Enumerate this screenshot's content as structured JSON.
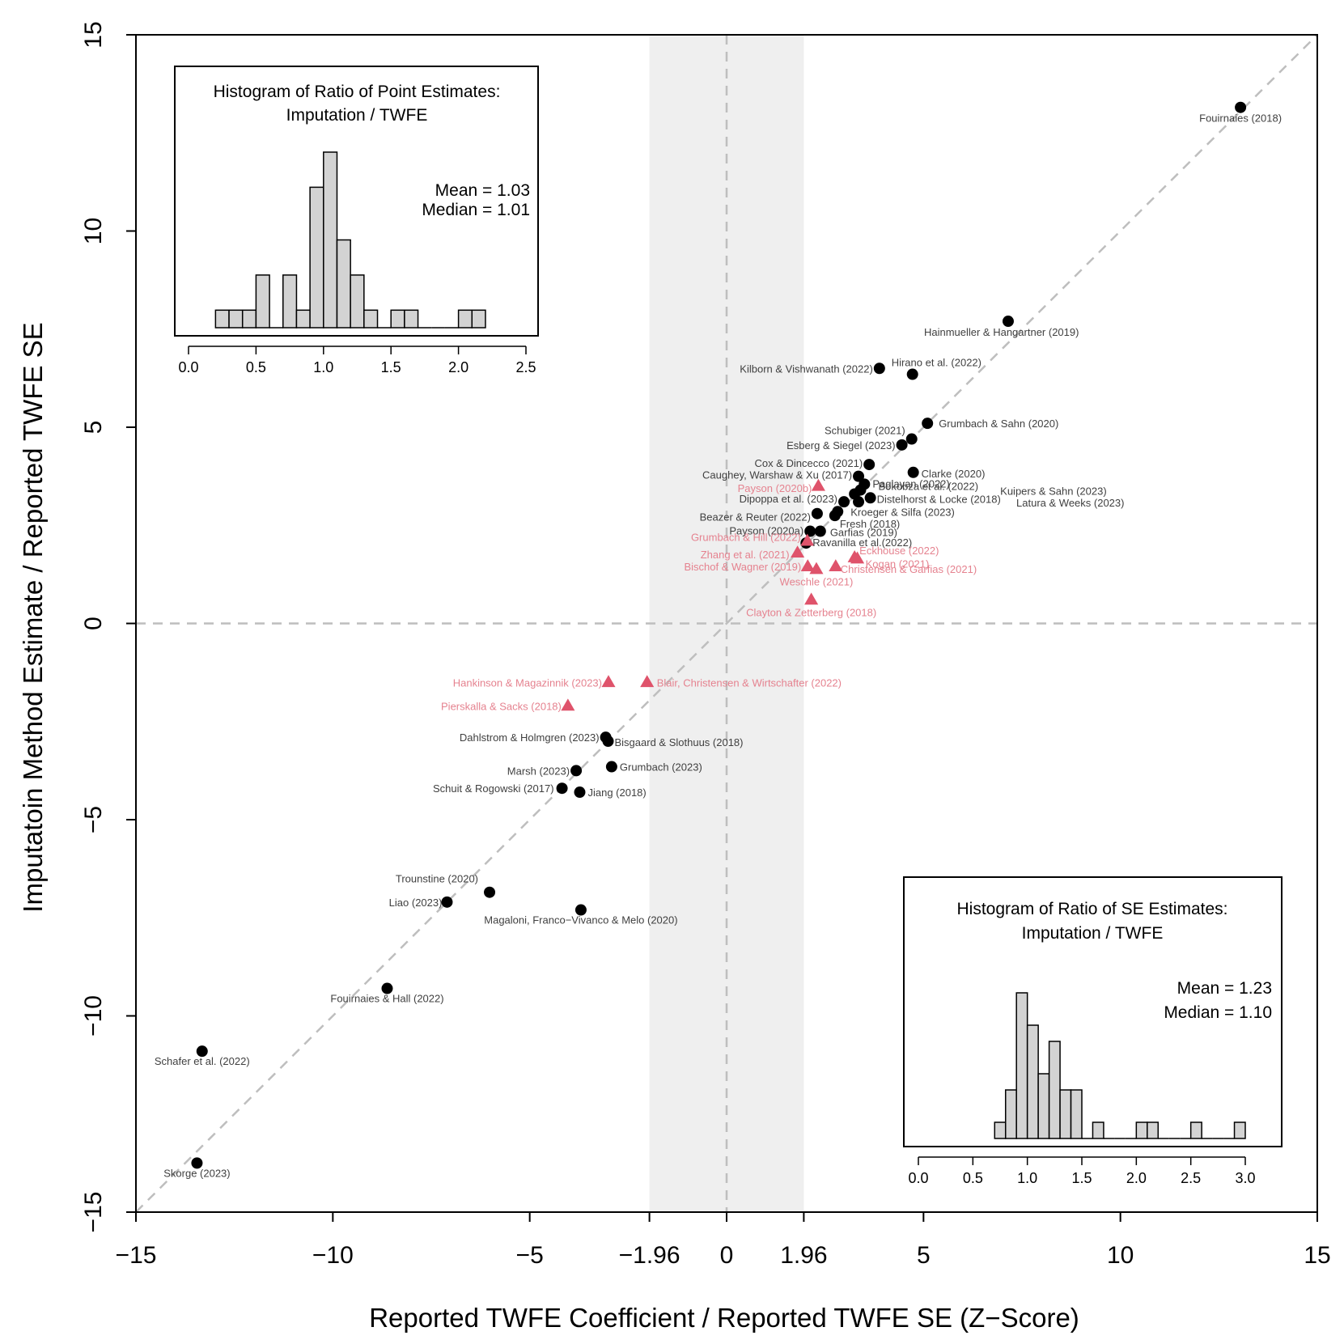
{
  "chart_data": {
    "type": "scatter",
    "xlabel": "Reported TWFE Coefficient / Reported TWFE SE (Z−Score)",
    "ylabel": "Imputatoin Method Estimate / Reported TWFE SE",
    "xlim": [
      -15,
      15
    ],
    "ylim": [
      -15,
      15
    ],
    "x_ticks": [
      "−15",
      "−10",
      "−5",
      "−1.96",
      "0",
      "1.96",
      "5",
      "10",
      "15"
    ],
    "x_tick_values": [
      -15,
      -10,
      -5,
      -1.96,
      0,
      1.96,
      5,
      10,
      15
    ],
    "y_ticks": [
      "−15",
      "−10",
      "−5",
      "0",
      "5",
      "10",
      "15"
    ],
    "y_tick_values": [
      -15,
      -10,
      -5,
      0,
      5,
      10,
      15
    ],
    "shaded_band_x": [
      -1.96,
      1.96
    ],
    "reference_lines": [
      "x = 0",
      "y = 0",
      "y = x"
    ],
    "grid": false,
    "colors": {
      "black_points": "#000000",
      "red_points": "#DF536B",
      "shade": "#EFEFEF",
      "ref_line": "#BEBEBE",
      "hist_fill": "#D3D3D3"
    },
    "series": [
      {
        "marker": "circle",
        "color": "#000000",
        "points": [
          {
            "label": "Fouirnaies (2018)",
            "x": 13.05,
            "y": 13.15
          },
          {
            "label": "Hainmueller & Hangartner (2019)",
            "x": 7.15,
            "y": 7.7
          },
          {
            "label": "Kilborn & Vishwanath (2022)",
            "x": 3.88,
            "y": 6.5
          },
          {
            "label": "Hirano et al. (2022)",
            "x": 4.72,
            "y": 6.35
          },
          {
            "label": "Grumbach & Sahn (2020)",
            "x": 5.1,
            "y": 5.1
          },
          {
            "label": "Schubiger (2021)",
            "x": 4.7,
            "y": 4.7
          },
          {
            "label": "Esberg & Siegel (2023)",
            "x": 4.45,
            "y": 4.55
          },
          {
            "label": "Cox & Dincecco (2021)",
            "x": 3.62,
            "y": 4.05
          },
          {
            "label": "Clarke (2020)",
            "x": 4.74,
            "y": 3.85
          },
          {
            "label": "Caughey, Warshaw & Xu (2017)",
            "x": 3.35,
            "y": 3.75
          },
          {
            "label": "Paglayan (2022)",
            "x": 3.5,
            "y": 3.55
          },
          {
            "label": "Bokobza et al. (2022)",
            "x": 3.4,
            "y": 3.4
          },
          {
            "label": "Kuipers & Sahn (2023)",
            "x": 3.25,
            "y": 3.3
          },
          {
            "label": "Distelhorst & Locke (2018)",
            "x": 3.65,
            "y": 3.2
          },
          {
            "label": "Latura & Weeks (2023)",
            "x": 3.35,
            "y": 3.1
          },
          {
            "label": "Dipoppa et al. (2023)",
            "x": 2.98,
            "y": 3.1
          },
          {
            "label": "Kroeger & Silfa (2023)",
            "x": 2.82,
            "y": 2.85
          },
          {
            "label": "Beazer & Reuter (2022)",
            "x": 2.3,
            "y": 2.8
          },
          {
            "label": "Fresh (2018)",
            "x": 2.75,
            "y": 2.75
          },
          {
            "label": "Payson (2020a)",
            "x": 2.12,
            "y": 2.35
          },
          {
            "label": "Garfias (2019)",
            "x": 2.38,
            "y": 2.35
          },
          {
            "label": "Ravanilla et al.(2022)",
            "x": 2.02,
            "y": 2.05
          },
          {
            "label": "Dahlstrom & Holmgren (2023)",
            "x": -3.07,
            "y": -2.9
          },
          {
            "label": "Bisgaard & Slothuus (2018)",
            "x": -3.01,
            "y": -3.0
          },
          {
            "label": "Grumbach (2023)",
            "x": -2.92,
            "y": -3.65
          },
          {
            "label": "Marsh (2023)",
            "x": -3.82,
            "y": -3.75
          },
          {
            "label": "Schuit & Rogowski (2017)",
            "x": -4.18,
            "y": -4.2
          },
          {
            "label": "Jiang (2018)",
            "x": -3.73,
            "y": -4.3
          },
          {
            "label": "Trounstine (2020)",
            "x": -6.02,
            "y": -6.85
          },
          {
            "label": "Liao (2023)",
            "x": -7.1,
            "y": -7.1
          },
          {
            "label": "Magaloni, Franco−Vivanco & Melo (2020)",
            "x": -3.7,
            "y": -7.3
          },
          {
            "label": "Fouirnaies & Hall (2022)",
            "x": -8.62,
            "y": -9.3
          },
          {
            "label": "Schafer et al. (2022)",
            "x": -13.32,
            "y": -10.9
          },
          {
            "label": "Skorge (2023)",
            "x": -13.45,
            "y": -13.75
          }
        ]
      },
      {
        "marker": "triangle",
        "color": "#DF536B",
        "points": [
          {
            "label": "Payson (2020b)",
            "x": 2.33,
            "y": 3.5
          },
          {
            "label": "Grumbach & Hill (2022)",
            "x": 2.05,
            "y": 2.1
          },
          {
            "label": "Zhang et al. (2021)",
            "x": 1.8,
            "y": 1.8
          },
          {
            "label": "Eckhouse (2022)",
            "x": 3.25,
            "y": 1.68
          },
          {
            "label": "Kogan (2021)",
            "x": 3.32,
            "y": 1.65
          },
          {
            "label": "Bischof & Wagner (2019)",
            "x": 2.06,
            "y": 1.45
          },
          {
            "label": "Christensen & Garfias (2021)",
            "x": 2.77,
            "y": 1.45
          },
          {
            "label": "Weschle (2021)",
            "x": 2.28,
            "y": 1.38
          },
          {
            "label": "Clayton & Zetterberg (2018)",
            "x": 2.15,
            "y": 0.6
          },
          {
            "label": "Hankinson & Magazinnik (2023)",
            "x": -3.0,
            "y": -1.5
          },
          {
            "label": "Blair, Christensen & Wirtschafter (2022)",
            "x": -2.02,
            "y": -1.5
          },
          {
            "label": "Pierskalla & Sacks (2018)",
            "x": -4.03,
            "y": -2.1
          }
        ]
      }
    ],
    "insets": [
      {
        "type": "histogram",
        "position": "top-left",
        "title_line1": "Histogram of Ratio of Point Estimates:",
        "title_line2": "Imputation / TWFE",
        "stat_mean": "Mean = 1.03",
        "stat_median": "Median = 1.01",
        "xlim": [
          0,
          2.5
        ],
        "x_ticks": [
          "0.0",
          "0.5",
          "1.0",
          "1.5",
          "2.0",
          "2.5"
        ],
        "x_tick_values": [
          0,
          0.5,
          1.0,
          1.5,
          2.0,
          2.5
        ],
        "bin_start": 0.2,
        "bin_width": 0.1,
        "counts": [
          1,
          1,
          1,
          3,
          0,
          3,
          1,
          8,
          10,
          5,
          3,
          1,
          0,
          1,
          1,
          0,
          0,
          0,
          1,
          1
        ],
        "ymax": 10
      },
      {
        "type": "histogram",
        "position": "bottom-right",
        "title_line1": "Histogram of Ratio of SE Estimates:",
        "title_line2": "Imputation / TWFE",
        "stat_mean": "Mean = 1.23",
        "stat_median": "Median = 1.10",
        "xlim": [
          0,
          3.0
        ],
        "x_ticks": [
          "0.0",
          "0.5",
          "1.0",
          "1.5",
          "2.0",
          "2.5",
          "3.0"
        ],
        "x_tick_values": [
          0,
          0.5,
          1.0,
          1.5,
          2.0,
          2.5,
          3.0
        ],
        "bin_start": 0.7,
        "bin_width": 0.1,
        "counts": [
          1,
          3,
          9,
          7,
          4,
          6,
          3,
          3,
          0,
          1,
          0,
          0,
          0,
          1,
          1,
          0,
          0,
          0,
          1,
          0,
          0,
          0,
          1
        ],
        "ymax": 9
      }
    ]
  }
}
